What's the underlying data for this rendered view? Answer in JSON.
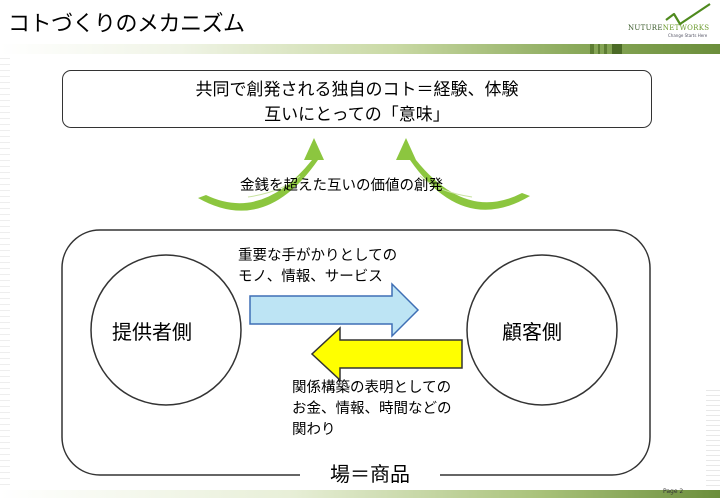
{
  "header": {
    "title": "コトづくりのメカニズム",
    "logo": {
      "text_a": "NUTURE",
      "text_b": "NETWORKS",
      "tagline": "Change Starts Here"
    }
  },
  "top_box": {
    "line1": "共同で創発される独自のコト＝経験、体験",
    "line2": "互いにとっての「意味」"
  },
  "middle_label": "金銭を超えた互いの価値の創発",
  "provider": "提供者側",
  "customer": "顧客側",
  "right_arrow_label": [
    "重要な手がかりとしての",
    "モノ、情報、サービス"
  ],
  "left_arrow_label": [
    "関係構築の表明としての",
    "お金、情報、時間などの",
    "関わり"
  ],
  "market_label": "場＝商品",
  "footer": {
    "page": "Page 2"
  },
  "colors": {
    "green_arrow": "#8cc63f",
    "right_arrow_fill": "#bde4f4",
    "right_arrow_stroke": "#3f6fb5",
    "left_arrow_fill": "#ffff00",
    "left_arrow_stroke": "#333333"
  }
}
